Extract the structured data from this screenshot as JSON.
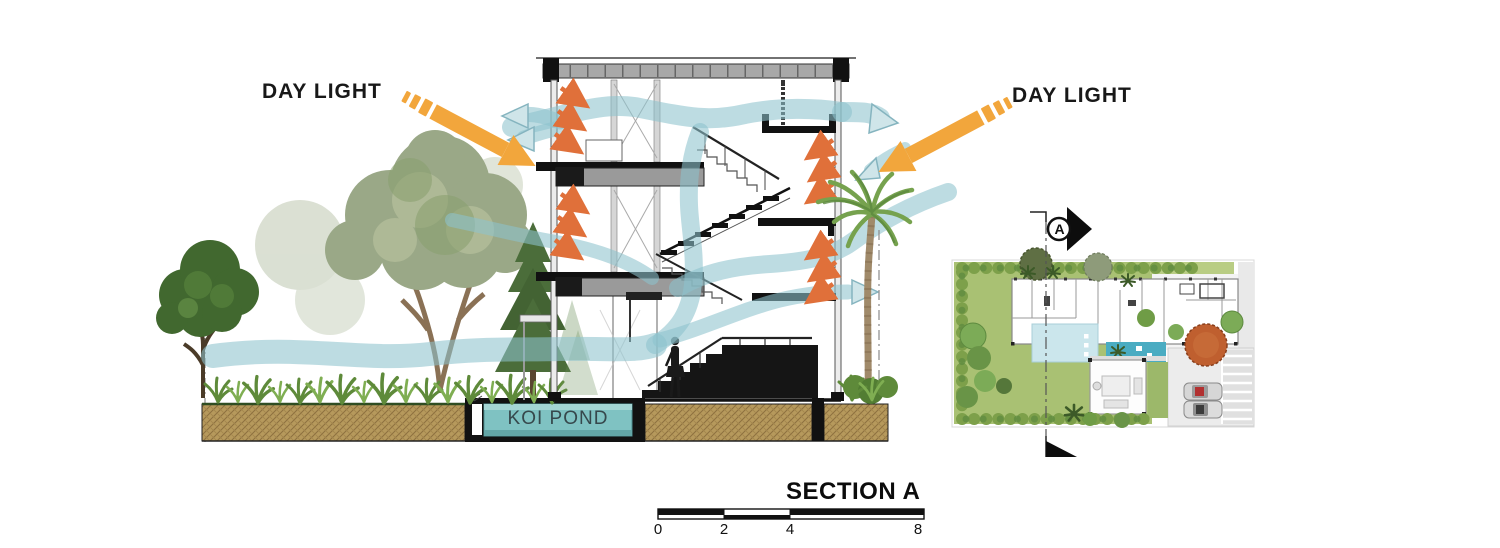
{
  "diagram": {
    "daylight_left": "DAY LIGHT",
    "daylight_right": "DAY LIGHT",
    "koi_pond_label": "KOI POND",
    "section_title": "SECTION A",
    "section_marker_letter": "A",
    "scale_ticks": [
      "0",
      "2",
      "4",
      "8"
    ]
  },
  "icons": {
    "daylight_arrow_left": "thick-arrow-down-right",
    "daylight_arrow_right": "thick-arrow-down-left",
    "airflow_arrows": "translucent-flow-ribbons",
    "sun_hatch": "orange-diagonal-ray-arrows",
    "section_marker": "section-cut-flag",
    "section_cut_flag_bottom": "triangle-right"
  },
  "colors": {
    "daylight_arrow": "#F2A63C",
    "sun_hatch": "#E0703A",
    "airflow": "#A8D2DA",
    "pond_water": "#7FC2C2",
    "soil": "#B6995C",
    "lawn": "#A9C173",
    "pool": "#4AACC2"
  }
}
